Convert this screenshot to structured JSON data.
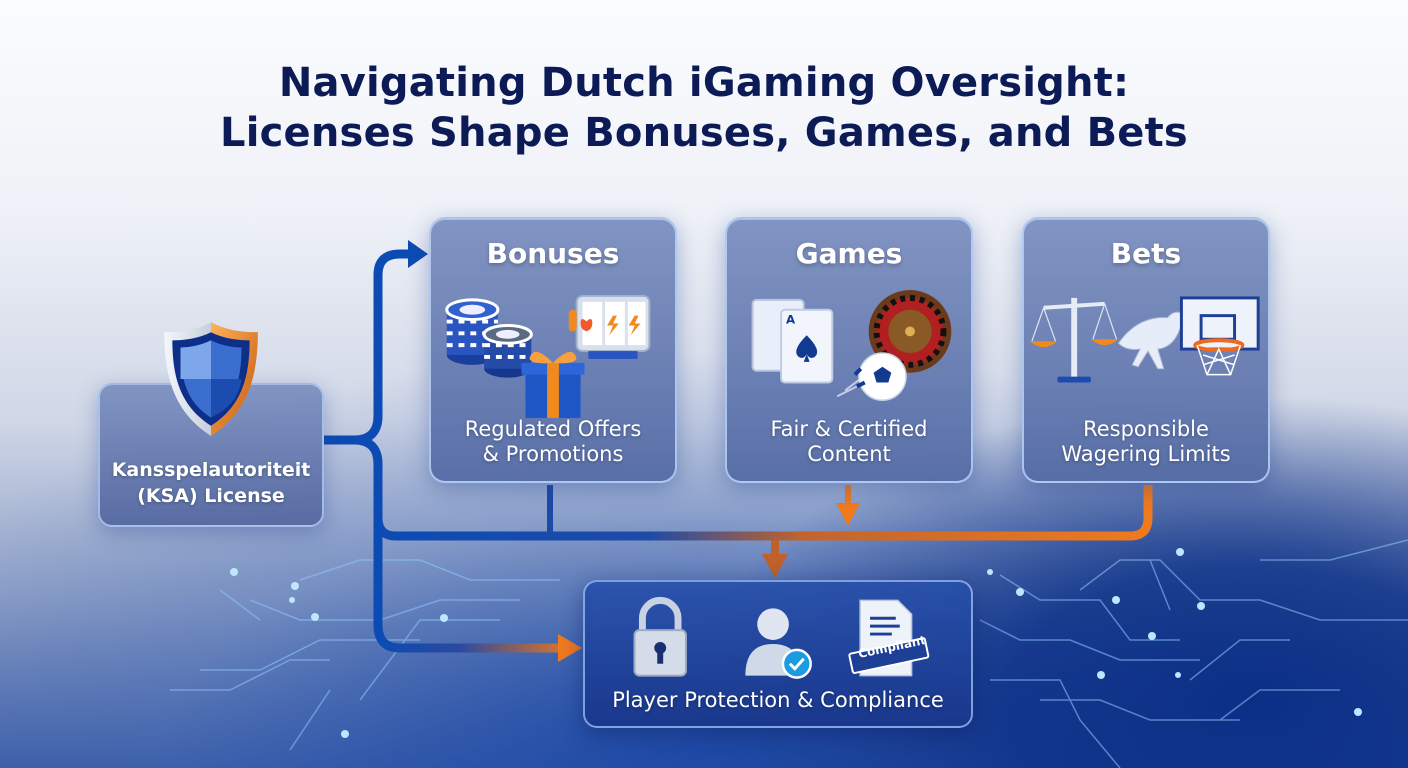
{
  "header": {
    "title_line1": "Navigating Dutch iGaming Oversight:",
    "title_line2": "Licenses Shape Bonuses, Games, and Bets"
  },
  "source": {
    "label_line1": "Kansspelautoriteit",
    "label_line2": "(KSA) License",
    "icon": "shield-icon"
  },
  "categories": [
    {
      "title": "Bonuses",
      "desc_line1": "Regulated Offers",
      "desc_line2": "& Promotions",
      "icons": [
        "casino-chips-icon",
        "slot-machine-icon",
        "gift-box-icon"
      ]
    },
    {
      "title": "Games",
      "desc_line1": "Fair & Certified",
      "desc_line2": "Content",
      "icons": [
        "playing-cards-icon",
        "roulette-wheel-icon",
        "soccer-ball-icon"
      ]
    },
    {
      "title": "Bets",
      "desc_line1": "Responsible",
      "desc_line2": "Wagering Limits",
      "icons": [
        "scales-icon",
        "horse-icon",
        "basketball-hoop-icon"
      ]
    }
  ],
  "outcome": {
    "label": "Player Protection & Compliance",
    "icons": [
      "padlock-icon",
      "verified-user-icon",
      "compliant-document-icon"
    ],
    "stamp_text": "Compliant"
  },
  "colors": {
    "title": "#0c1a55",
    "flow_blue": "#0b4bb3",
    "flow_orange": "#f07a1e",
    "card_border": "#b9d2fa"
  }
}
